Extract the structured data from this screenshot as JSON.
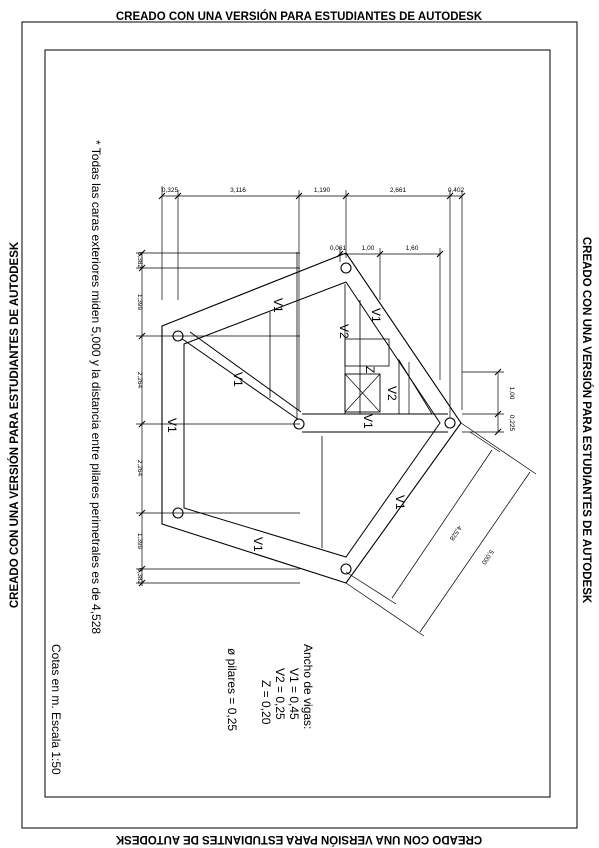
{
  "watermark": {
    "top": "CREADO CON UNA VERSIÓN PARA ESTUDIANTES DE AUTODESK",
    "bottom": "CREADO CON UNA VERSIÓN PARA ESTUDIANTES DE AUTODESK",
    "left": "CREADO CON UNA VERSIÓN PARA ESTUDIANTES DE AUTODESK",
    "right": "CREADO CON UNA VERSIÓN PARA ESTUDIANTES DE AUTODESK"
  },
  "note": "* Todas las caras exteriores miden 5,000 y la distancia entre pilares perimetrales es de 4,528",
  "scale_note": "Cotas en m. Escala 1:50",
  "legend": {
    "title": "Ancho de vigas:",
    "v1": "V1 = 0,45",
    "v2": "V2 = 0,25",
    "z": "Z = 0,20",
    "pilares": "ø pilares = 0,25"
  },
  "beam_labels": {
    "v1": "V1",
    "v2": "V2",
    "z": "Z"
  },
  "dimensions": {
    "top": [
      "0,325",
      "3,116",
      "1,190",
      "2,661",
      "0,402"
    ],
    "left": [
      "0,382",
      "1,399",
      "2,264",
      "2,264",
      "1,399",
      "0,382"
    ],
    "small": [
      "0,061",
      "1,00",
      "1,60"
    ],
    "right_vertical": [
      "1,00",
      "0,225"
    ],
    "diagonal": [
      "4,528",
      "5,000"
    ]
  }
}
